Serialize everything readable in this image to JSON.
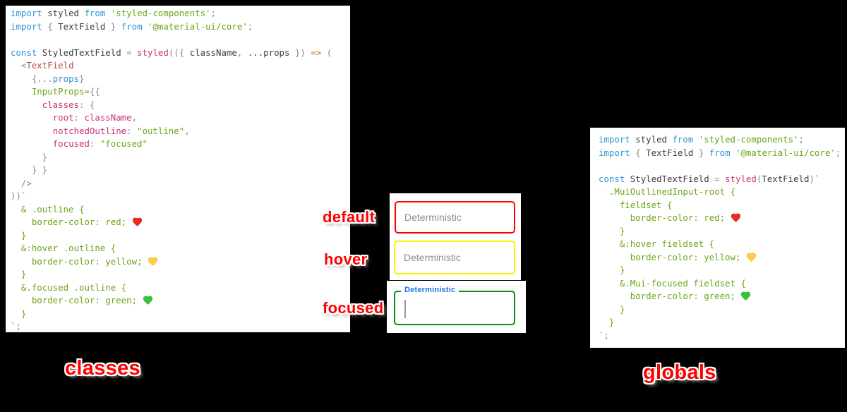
{
  "colors": {
    "annotation": "#ff0000",
    "hearts": {
      "red": "#ee2b20",
      "yellow": "#fcd13c",
      "green": "#37c437"
    },
    "heart_strokes": {
      "red": "#c81910",
      "yellow": "#efa93a",
      "green": "#27a62b"
    },
    "syntax": {
      "kw": "#2e95d3",
      "str": "#6ba51a",
      "grn": "#6ba51a",
      "pink": "#c8337b",
      "tag": "#b35150",
      "arrow": "#b06c15",
      "pun": "#8a8a8a",
      "txt": "#3c3c3c"
    }
  },
  "annotations": {
    "default": "default",
    "hover": "hover",
    "focused": "focused",
    "classes": "classes",
    "globals": "globals"
  },
  "textfields": {
    "default": {
      "placeholder": "Deterministic",
      "border_color": "#ff0000"
    },
    "hover": {
      "placeholder": "Deterministic",
      "border_color": "#fdf000"
    },
    "focused": {
      "label": "Deterministic",
      "border_color": "#0c8a0c",
      "label_color": "#1a73e8"
    }
  },
  "code_left": {
    "lines": [
      [
        {
          "t": "import",
          "c": "kw"
        },
        {
          "t": " styled ",
          "c": "txt"
        },
        {
          "t": "from",
          "c": "kw"
        },
        {
          "t": " ",
          "c": "txt"
        },
        {
          "t": "'styled-components'",
          "c": "str"
        },
        {
          "t": ";",
          "c": "pun"
        }
      ],
      [
        {
          "t": "import",
          "c": "kw"
        },
        {
          "t": " ",
          "c": "txt"
        },
        {
          "t": "{",
          "c": "pun"
        },
        {
          "t": " TextField ",
          "c": "txt"
        },
        {
          "t": "}",
          "c": "pun"
        },
        {
          "t": " ",
          "c": "txt"
        },
        {
          "t": "from",
          "c": "kw"
        },
        {
          "t": " ",
          "c": "txt"
        },
        {
          "t": "'@material-ui/core'",
          "c": "str"
        },
        {
          "t": ";",
          "c": "pun"
        }
      ],
      [],
      [
        {
          "t": "const",
          "c": "kw"
        },
        {
          "t": " StyledTextField ",
          "c": "txt"
        },
        {
          "t": "=",
          "c": "pun"
        },
        {
          "t": " ",
          "c": "txt"
        },
        {
          "t": "styled",
          "c": "pink"
        },
        {
          "t": "((",
          "c": "pun"
        },
        {
          "t": "{",
          "c": "pun"
        },
        {
          "t": " className",
          "c": "txt"
        },
        {
          "t": ",",
          "c": "pun"
        },
        {
          "t": " ...props ",
          "c": "txt"
        },
        {
          "t": "}",
          "c": "pun"
        },
        {
          "t": ")",
          "c": "pun"
        },
        {
          "t": " ",
          "c": "txt"
        },
        {
          "t": "=>",
          "c": "arrow"
        },
        {
          "t": " (",
          "c": "pun"
        }
      ],
      [
        {
          "t": "  ",
          "c": "txt"
        },
        {
          "t": "<",
          "c": "pun"
        },
        {
          "t": "TextField",
          "c": "tag"
        }
      ],
      [
        {
          "t": "    ",
          "c": "txt"
        },
        {
          "t": "{",
          "c": "pun"
        },
        {
          "t": "...",
          "c": "pun"
        },
        {
          "t": "props",
          "c": "kw"
        },
        {
          "t": "}",
          "c": "pun"
        }
      ],
      [
        {
          "t": "    ",
          "c": "txt"
        },
        {
          "t": "InputProps",
          "c": "grn"
        },
        {
          "t": "=",
          "c": "pun"
        },
        {
          "t": "{{",
          "c": "pun"
        }
      ],
      [
        {
          "t": "      ",
          "c": "txt"
        },
        {
          "t": "classes",
          "c": "pink"
        },
        {
          "t": ": ",
          "c": "pun"
        },
        {
          "t": "{",
          "c": "pun"
        }
      ],
      [
        {
          "t": "        ",
          "c": "txt"
        },
        {
          "t": "root",
          "c": "pink"
        },
        {
          "t": ": ",
          "c": "pun"
        },
        {
          "t": "className",
          "c": "pink"
        },
        {
          "t": ",",
          "c": "pun"
        }
      ],
      [
        {
          "t": "        ",
          "c": "txt"
        },
        {
          "t": "notchedOutline",
          "c": "pink"
        },
        {
          "t": ": ",
          "c": "pun"
        },
        {
          "t": "\"outline\"",
          "c": "str"
        },
        {
          "t": ",",
          "c": "pun"
        }
      ],
      [
        {
          "t": "        ",
          "c": "txt"
        },
        {
          "t": "focused",
          "c": "pink"
        },
        {
          "t": ": ",
          "c": "pun"
        },
        {
          "t": "\"focused\"",
          "c": "str"
        }
      ],
      [
        {
          "t": "      ",
          "c": "txt"
        },
        {
          "t": "}",
          "c": "pun"
        }
      ],
      [
        {
          "t": "    ",
          "c": "txt"
        },
        {
          "t": "} }",
          "c": "pun"
        }
      ],
      [
        {
          "t": "  ",
          "c": "txt"
        },
        {
          "t": "/>",
          "c": "pun"
        }
      ],
      [
        {
          "t": "))",
          "c": "pun"
        },
        {
          "t": "`",
          "c": "str"
        }
      ],
      [
        {
          "t": "  ",
          "c": "txt"
        },
        {
          "t": "& .outline {",
          "c": "grn"
        }
      ],
      [
        {
          "t": "    ",
          "c": "txt"
        },
        {
          "t": "border-color: red; ",
          "c": "grn"
        },
        {
          "heart": "red"
        }
      ],
      [
        {
          "t": "  ",
          "c": "txt"
        },
        {
          "t": "}",
          "c": "grn"
        }
      ],
      [
        {
          "t": "  ",
          "c": "txt"
        },
        {
          "t": "&:hover .outline {",
          "c": "grn"
        }
      ],
      [
        {
          "t": "    ",
          "c": "txt"
        },
        {
          "t": "border-color: yellow; ",
          "c": "grn"
        },
        {
          "heart": "yellow"
        }
      ],
      [
        {
          "t": "  ",
          "c": "txt"
        },
        {
          "t": "}",
          "c": "grn"
        }
      ],
      [
        {
          "t": "  ",
          "c": "txt"
        },
        {
          "t": "&.focused .outline {",
          "c": "grn"
        }
      ],
      [
        {
          "t": "    ",
          "c": "txt"
        },
        {
          "t": "border-color: green; ",
          "c": "grn"
        },
        {
          "heart": "green"
        }
      ],
      [
        {
          "t": "  ",
          "c": "txt"
        },
        {
          "t": "}",
          "c": "grn"
        }
      ],
      [
        {
          "t": "`",
          "c": "str"
        },
        {
          "t": ";",
          "c": "pun"
        }
      ]
    ]
  },
  "code_right": {
    "lines": [
      [
        {
          "t": "import",
          "c": "kw"
        },
        {
          "t": " styled ",
          "c": "txt"
        },
        {
          "t": "from",
          "c": "kw"
        },
        {
          "t": " ",
          "c": "txt"
        },
        {
          "t": "'styled-components'",
          "c": "str"
        },
        {
          "t": ";",
          "c": "pun"
        }
      ],
      [
        {
          "t": "import",
          "c": "kw"
        },
        {
          "t": " ",
          "c": "txt"
        },
        {
          "t": "{",
          "c": "pun"
        },
        {
          "t": " TextField ",
          "c": "txt"
        },
        {
          "t": "}",
          "c": "pun"
        },
        {
          "t": " ",
          "c": "txt"
        },
        {
          "t": "from",
          "c": "kw"
        },
        {
          "t": " ",
          "c": "txt"
        },
        {
          "t": "'@material-ui/core'",
          "c": "str"
        },
        {
          "t": ";",
          "c": "pun"
        }
      ],
      [],
      [
        {
          "t": "const",
          "c": "kw"
        },
        {
          "t": " StyledTextField ",
          "c": "txt"
        },
        {
          "t": "=",
          "c": "pun"
        },
        {
          "t": " ",
          "c": "txt"
        },
        {
          "t": "styled",
          "c": "pink"
        },
        {
          "t": "(",
          "c": "pun"
        },
        {
          "t": "TextField",
          "c": "txt"
        },
        {
          "t": ")",
          "c": "pun"
        },
        {
          "t": "`",
          "c": "str"
        }
      ],
      [
        {
          "t": "  ",
          "c": "txt"
        },
        {
          "t": ".MuiOutlinedInput-root {",
          "c": "grn"
        }
      ],
      [
        {
          "t": "    ",
          "c": "txt"
        },
        {
          "t": "fieldset {",
          "c": "grn"
        }
      ],
      [
        {
          "t": "      ",
          "c": "txt"
        },
        {
          "t": "border-color: red; ",
          "c": "grn"
        },
        {
          "heart": "red"
        }
      ],
      [
        {
          "t": "    ",
          "c": "txt"
        },
        {
          "t": "}",
          "c": "grn"
        }
      ],
      [
        {
          "t": "    ",
          "c": "txt"
        },
        {
          "t": "&:hover fieldset {",
          "c": "grn"
        }
      ],
      [
        {
          "t": "      ",
          "c": "txt"
        },
        {
          "t": "border-color: yellow; ",
          "c": "grn"
        },
        {
          "heart": "yellow"
        }
      ],
      [
        {
          "t": "    ",
          "c": "txt"
        },
        {
          "t": "}",
          "c": "grn"
        }
      ],
      [
        {
          "t": "    ",
          "c": "txt"
        },
        {
          "t": "&.Mui-focused fieldset {",
          "c": "grn"
        }
      ],
      [
        {
          "t": "      ",
          "c": "txt"
        },
        {
          "t": "border-color: green; ",
          "c": "grn"
        },
        {
          "heart": "green"
        }
      ],
      [
        {
          "t": "    ",
          "c": "txt"
        },
        {
          "t": "}",
          "c": "grn"
        }
      ],
      [
        {
          "t": "  ",
          "c": "txt"
        },
        {
          "t": "}",
          "c": "grn"
        }
      ],
      [
        {
          "t": "`",
          "c": "str"
        },
        {
          "t": ";",
          "c": "pun"
        }
      ]
    ]
  }
}
